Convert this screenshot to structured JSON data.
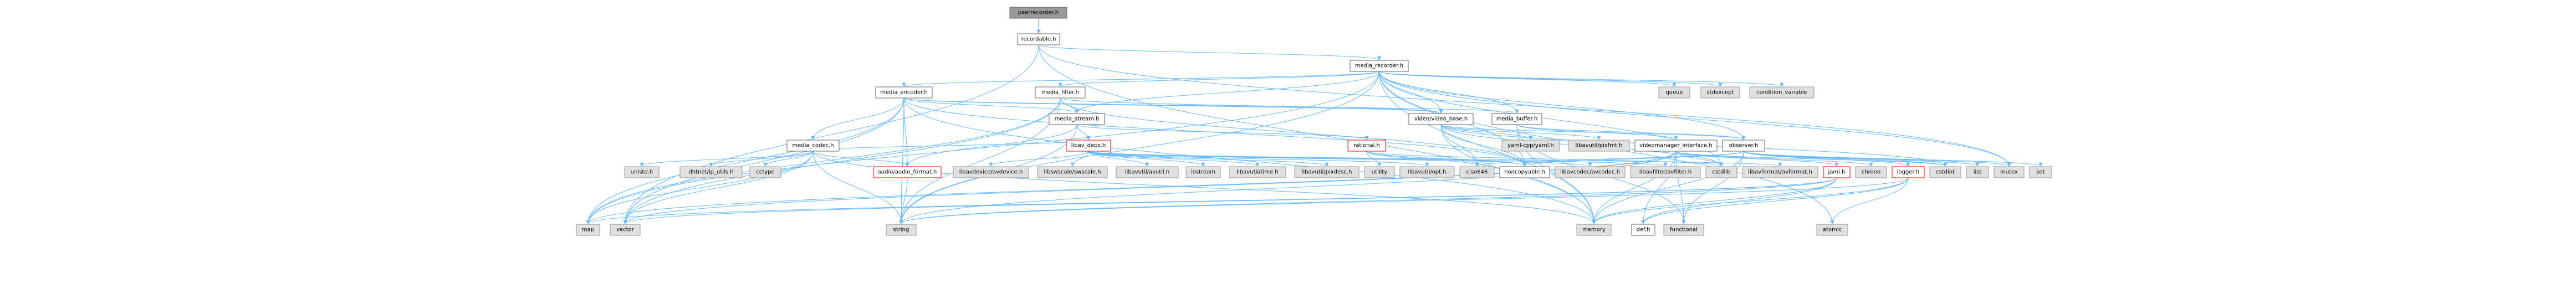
{
  "colors": {
    "root_fill": "#999999",
    "file_fill": "#ffffff",
    "file_stroke": "#666666",
    "red_stroke": "#ff0000",
    "system_fill": "#e0e0e0",
    "system_stroke": "#999999",
    "edge": "#63b8ff"
  },
  "nodes": [
    {
      "id": "peerrecorder_h",
      "label": "peerrecorder.h",
      "kind": "root"
    },
    {
      "id": "recordable_h",
      "label": "recordable.h",
      "kind": "file"
    },
    {
      "id": "media_recorder_h",
      "label": "media_recorder.h",
      "kind": "file"
    },
    {
      "id": "media_encoder_h",
      "label": "media_encoder.h",
      "kind": "file"
    },
    {
      "id": "media_filter_h",
      "label": "media_filter.h",
      "kind": "file"
    },
    {
      "id": "media_buffer_h",
      "label": "media_buffer.h",
      "kind": "file"
    },
    {
      "id": "video_video_base_h",
      "label": "video/video_base.h",
      "kind": "file"
    },
    {
      "id": "media_stream_h",
      "label": "media_stream.h",
      "kind": "file"
    },
    {
      "id": "media_codec_h",
      "label": "media_codec.h",
      "kind": "file"
    },
    {
      "id": "libav_deps_h",
      "label": "libav_deps.h",
      "kind": "red"
    },
    {
      "id": "rational_h",
      "label": "rational.h",
      "kind": "red"
    },
    {
      "id": "observer_h",
      "label": "observer.h",
      "kind": "file"
    },
    {
      "id": "videomanager_interface_h",
      "label": "videomanager_interface.h",
      "kind": "file"
    },
    {
      "id": "audio_audio_format_h",
      "label": "audio/audio_format.h",
      "kind": "red"
    },
    {
      "id": "jami_h",
      "label": "jami.h",
      "kind": "red"
    },
    {
      "id": "logger_h",
      "label": "logger.h",
      "kind": "red"
    },
    {
      "id": "queue",
      "label": "queue",
      "kind": "system"
    },
    {
      "id": "stdexcept",
      "label": "stdexcept",
      "kind": "system"
    },
    {
      "id": "condition_variable",
      "label": "condition_variable",
      "kind": "system"
    },
    {
      "id": "mutex",
      "label": "mutex",
      "kind": "system"
    },
    {
      "id": "map",
      "label": "map",
      "kind": "system"
    },
    {
      "id": "vector",
      "label": "vector",
      "kind": "system"
    },
    {
      "id": "string",
      "label": "string",
      "kind": "system"
    },
    {
      "id": "memory",
      "label": "memory",
      "kind": "system"
    },
    {
      "id": "atomic",
      "label": "atomic",
      "kind": "system"
    },
    {
      "id": "unistd_h",
      "label": "unistd.h",
      "kind": "system"
    },
    {
      "id": "dhtnet_ip_utils_h",
      "label": "dhtnet/ip_utils.h",
      "kind": "system"
    },
    {
      "id": "cctype",
      "label": "cctype",
      "kind": "system"
    },
    {
      "id": "libavdevice_avdevice_h",
      "label": "libavdevice/avdevice.h",
      "kind": "system"
    },
    {
      "id": "libswscale_swscale_h",
      "label": "libswscale/swscale.h",
      "kind": "system"
    },
    {
      "id": "libavutil_avutil_h",
      "label": "libavutil/avutil.h",
      "kind": "system"
    },
    {
      "id": "iostream",
      "label": "iostream",
      "kind": "system"
    },
    {
      "id": "libavutil_time_h",
      "label": "libavutil/time.h",
      "kind": "system"
    },
    {
      "id": "libavutil_pixdesc_h",
      "label": "libavutil/pixdesc.h",
      "kind": "system"
    },
    {
      "id": "libavutil_opt_h",
      "label": "libavutil/opt.h",
      "kind": "system"
    },
    {
      "id": "libavcodec_avcodec_h",
      "label": "libavcodec/avcodec.h",
      "kind": "system"
    },
    {
      "id": "libavfilter_avfilter_h",
      "label": "libavfilter/avfilter.h",
      "kind": "system"
    },
    {
      "id": "libavformat_avformat_h",
      "label": "libavformat/avformat.h",
      "kind": "system"
    },
    {
      "id": "utility",
      "label": "utility",
      "kind": "system"
    },
    {
      "id": "cstdlib",
      "label": "cstdlib",
      "kind": "system"
    },
    {
      "id": "noncopyable_h",
      "label": "noncopyable.h",
      "kind": "file"
    },
    {
      "id": "ciso646",
      "label": "ciso646",
      "kind": "system"
    },
    {
      "id": "yaml_cpp_yaml_h",
      "label": "yaml-cpp/yaml.h",
      "kind": "system"
    },
    {
      "id": "libavutil_pixfmt_h",
      "label": "libavutil/pixfmt.h",
      "kind": "system"
    },
    {
      "id": "chrono",
      "label": "chrono",
      "kind": "system"
    },
    {
      "id": "cstdint",
      "label": "cstdint",
      "kind": "system"
    },
    {
      "id": "list",
      "label": "list",
      "kind": "system"
    },
    {
      "id": "set",
      "label": "set",
      "kind": "system"
    },
    {
      "id": "functional",
      "label": "functional",
      "kind": "system"
    },
    {
      "id": "def_h",
      "label": "def.h",
      "kind": "file"
    }
  ],
  "edges": [
    [
      "peerrecorder_h",
      "recordable_h"
    ],
    [
      "recordable_h",
      "media_recorder_h"
    ],
    [
      "recordable_h",
      "mutex"
    ],
    [
      "recordable_h",
      "memory"
    ],
    [
      "recordable_h",
      "vector"
    ],
    [
      "media_recorder_h",
      "media_encoder_h"
    ],
    [
      "media_recorder_h",
      "media_filter_h"
    ],
    [
      "media_recorder_h",
      "media_buffer_h"
    ],
    [
      "media_recorder_h",
      "media_stream_h"
    ],
    [
      "media_recorder_h",
      "observer_h"
    ],
    [
      "media_recorder_h",
      "queue"
    ],
    [
      "media_recorder_h",
      "stdexcept"
    ],
    [
      "media_recorder_h",
      "condition_variable"
    ],
    [
      "media_recorder_h",
      "mutex"
    ],
    [
      "media_recorder_h",
      "map"
    ],
    [
      "media_recorder_h",
      "atomic"
    ],
    [
      "media_recorder_h",
      "string"
    ],
    [
      "media_recorder_h",
      "memory"
    ],
    [
      "media_recorder_h",
      "cstdlib"
    ],
    [
      "media_recorder_h",
      "video_video_base_h"
    ],
    [
      "media_recorder_h",
      "noncopyable_h"
    ],
    [
      "media_encoder_h",
      "media_codec_h"
    ],
    [
      "media_encoder_h",
      "media_stream_h"
    ],
    [
      "media_encoder_h",
      "media_buffer_h"
    ],
    [
      "media_encoder_h",
      "video_video_base_h"
    ],
    [
      "media_encoder_h",
      "noncopyable_h"
    ],
    [
      "media_encoder_h",
      "map"
    ],
    [
      "media_encoder_h",
      "memory"
    ],
    [
      "media_encoder_h",
      "string"
    ],
    [
      "media_encoder_h",
      "vector"
    ],
    [
      "media_encoder_h",
      "audio_audio_format_h"
    ],
    [
      "media_filter_h",
      "media_stream_h"
    ],
    [
      "media_filter_h",
      "map"
    ],
    [
      "media_filter_h",
      "string"
    ],
    [
      "media_filter_h",
      "vector"
    ],
    [
      "media_filter_h",
      "noncopyable_h"
    ],
    [
      "media_filter_h",
      "video_video_base_h"
    ],
    [
      "media_buffer_h",
      "videomanager_interface_h"
    ],
    [
      "media_buffer_h",
      "observer_h"
    ],
    [
      "media_buffer_h",
      "memory"
    ],
    [
      "media_buffer_h",
      "functional"
    ],
    [
      "video_video_base_h",
      "noncopyable_h"
    ],
    [
      "video_video_base_h",
      "observer_h"
    ],
    [
      "video_video_base_h",
      "cstdlib"
    ],
    [
      "video_video_base_h",
      "cstdint"
    ],
    [
      "video_video_base_h",
      "memory"
    ],
    [
      "video_video_base_h",
      "ciso646"
    ],
    [
      "video_video_base_h",
      "yaml_cpp_yaml_h"
    ],
    [
      "video_video_base_h",
      "libavutil_pixfmt_h"
    ],
    [
      "media_stream_h",
      "libav_deps_h"
    ],
    [
      "media_stream_h",
      "rational_h"
    ],
    [
      "media_stream_h",
      "audio_audio_format_h"
    ],
    [
      "media_stream_h",
      "string"
    ],
    [
      "media_codec_h",
      "map"
    ],
    [
      "media_codec_h",
      "vector"
    ],
    [
      "media_codec_h",
      "string"
    ],
    [
      "media_codec_h",
      "memory"
    ],
    [
      "media_codec_h",
      "unistd_h"
    ],
    [
      "media_codec_h",
      "dhtnet_ip_utils_h"
    ],
    [
      "media_codec_h",
      "cctype"
    ],
    [
      "media_codec_h",
      "audio_audio_format_h"
    ],
    [
      "media_codec_h",
      "libav_deps_h"
    ],
    [
      "libav_deps_h",
      "libavdevice_avdevice_h"
    ],
    [
      "libav_deps_h",
      "libswscale_swscale_h"
    ],
    [
      "libav_deps_h",
      "libavutil_avutil_h"
    ],
    [
      "libav_deps_h",
      "iostream"
    ],
    [
      "libav_deps_h",
      "libavutil_time_h"
    ],
    [
      "libav_deps_h",
      "libavutil_pixdesc_h"
    ],
    [
      "libav_deps_h",
      "libavutil_opt_h"
    ],
    [
      "libav_deps_h",
      "libavcodec_avcodec_h"
    ],
    [
      "libav_deps_h",
      "libavfilter_avfilter_h"
    ],
    [
      "libav_deps_h",
      "libavformat_avformat_h"
    ],
    [
      "rational_h",
      "utility"
    ],
    [
      "rational_h",
      "cstdlib"
    ],
    [
      "rational_h",
      "noncopyable_h"
    ],
    [
      "rational_h",
      "ciso646"
    ],
    [
      "observer_h",
      "noncopyable_h"
    ],
    [
      "observer_h",
      "cstdint"
    ],
    [
      "observer_h",
      "memory"
    ],
    [
      "observer_h",
      "set"
    ],
    [
      "observer_h",
      "list"
    ],
    [
      "observer_h",
      "mutex"
    ],
    [
      "observer_h",
      "functional"
    ],
    [
      "observer_h",
      "ciso646"
    ],
    [
      "observer_h",
      "logger_h"
    ],
    [
      "videomanager_interface_h",
      "def_h"
    ],
    [
      "videomanager_interface_h",
      "jami_h"
    ],
    [
      "videomanager_interface_h",
      "memory"
    ],
    [
      "videomanager_interface_h",
      "string"
    ],
    [
      "videomanager_interface_h",
      "vector"
    ],
    [
      "videomanager_interface_h",
      "map"
    ],
    [
      "videomanager_interface_h",
      "cstdlib"
    ],
    [
      "videomanager_interface_h",
      "cstdint"
    ],
    [
      "videomanager_interface_h",
      "functional"
    ],
    [
      "videomanager_interface_h",
      "chrono"
    ],
    [
      "audio_audio_format_h",
      "string"
    ],
    [
      "jami_h",
      "def_h"
    ],
    [
      "jami_h",
      "string"
    ],
    [
      "jami_h",
      "vector"
    ],
    [
      "jami_h",
      "map"
    ],
    [
      "jami_h",
      "memory"
    ],
    [
      "logger_h",
      "def_h"
    ],
    [
      "logger_h",
      "string"
    ],
    [
      "logger_h",
      "atomic"
    ],
    [
      "logger_h",
      "memory"
    ]
  ]
}
